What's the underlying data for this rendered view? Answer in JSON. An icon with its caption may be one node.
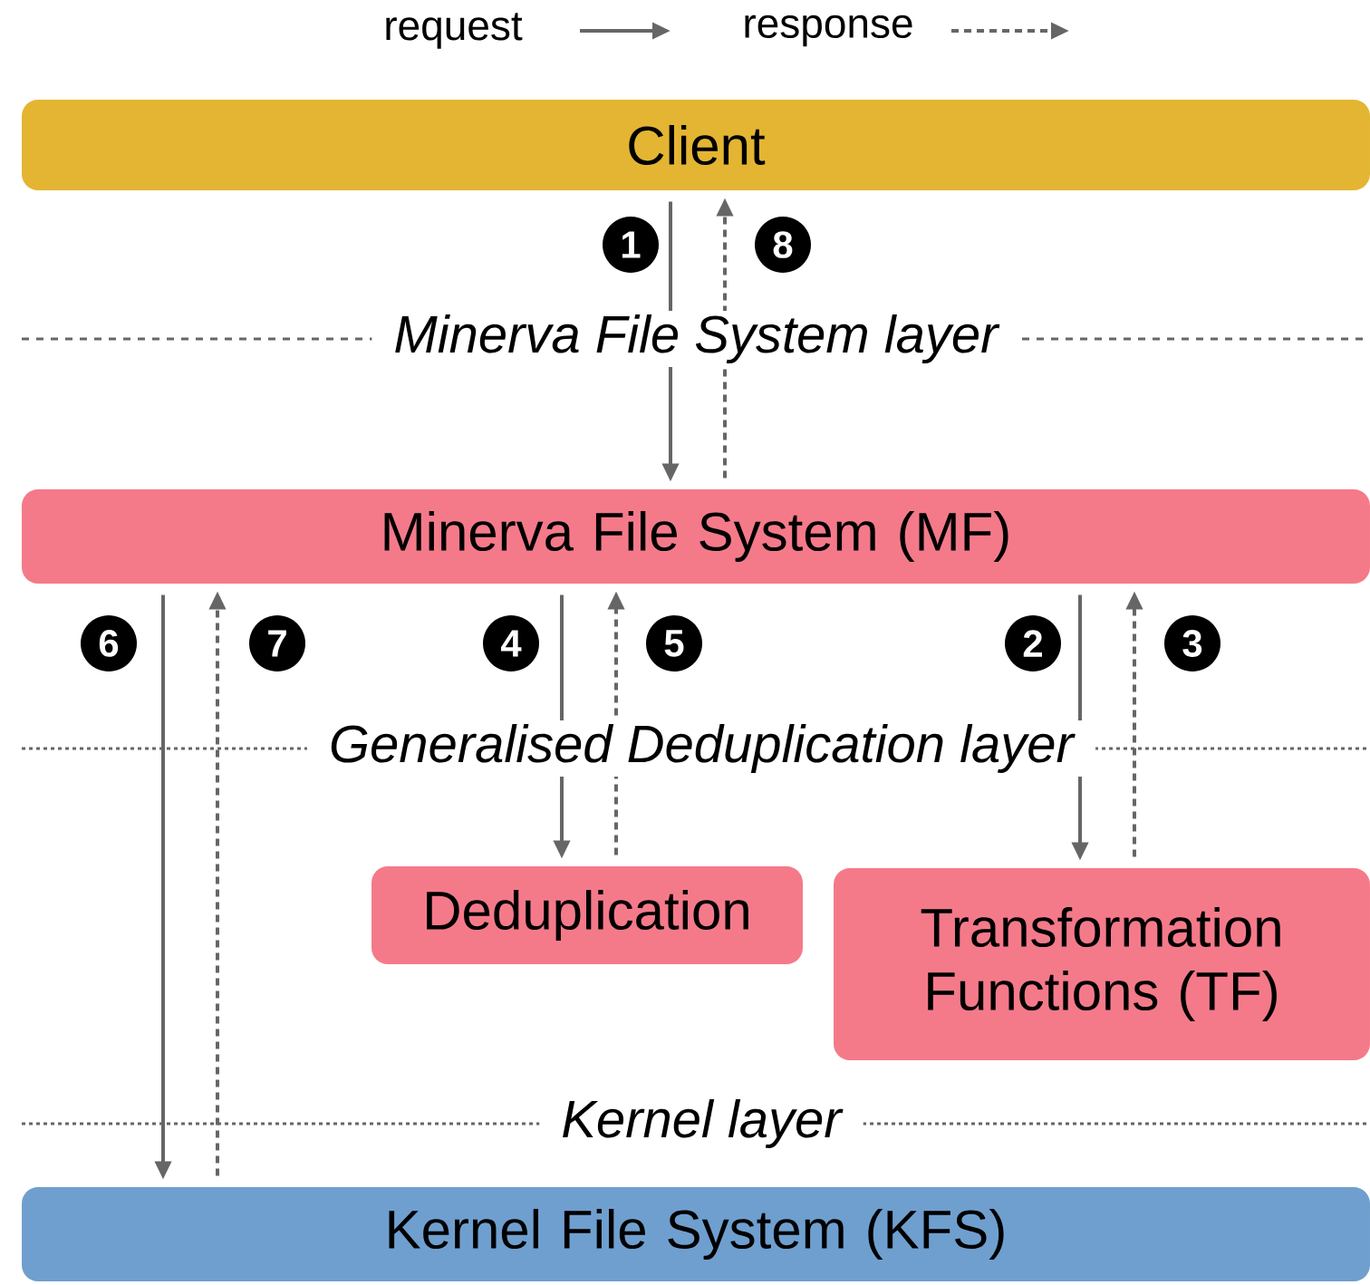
{
  "diagram": {
    "nodes": [
      {
        "text": [
          "Client"
        ]
      },
      {
        "text": [
          "Minerva File System (MF)"
        ]
      },
      {
        "text": [
          "Deduplication"
        ]
      },
      {
        "text": [
          "Transformation Functions (TF)"
        ]
      },
      {
        "text": [
          "Kernel File System (KFS)"
        ]
      }
    ],
    "edges": [
      {
        "from": 0,
        "to": 1,
        "arrow": "to",
        "label": "1"
      },
      {
        "from": 1,
        "to": 0,
        "arrow": "to",
        "label": "8",
        "style": "dashed"
      },
      {
        "from": 1,
        "to": 3,
        "arrow": "to",
        "label": "2"
      },
      {
        "from": 3,
        "to": 1,
        "arrow": "to",
        "label": "3",
        "style": "dashed"
      },
      {
        "from": 1,
        "to": 2,
        "arrow": "to",
        "label": "4"
      },
      {
        "from": 2,
        "to": 1,
        "arrow": "to",
        "label": "5",
        "style": "dashed"
      },
      {
        "from": 1,
        "to": 4,
        "arrow": "to",
        "label": "6"
      },
      {
        "from": 4,
        "to": 1,
        "arrow": "to",
        "label": "7",
        "style": "dashed"
      }
    ],
    "labels": [
      "Minerva File System layer",
      "Generalised Deduplication layer",
      "Kernel layer"
    ],
    "legend": [
      {
        "text": "request"
      },
      {
        "text": "response"
      }
    ]
  }
}
